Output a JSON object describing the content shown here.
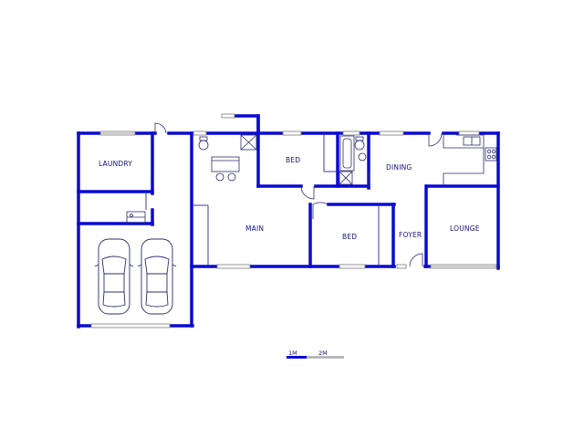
{
  "colors": {
    "wall": "#0a0ad2",
    "fixture": "#2b2b6e",
    "thin": "#3a3aa8",
    "window": "#8a8a8a",
    "label": "#14147a"
  },
  "rooms": {
    "laundry": "LAUNDRY",
    "bed1": "BED",
    "dining": "DINING",
    "main": "MAIN",
    "bed2": "BED",
    "foyer": "FOYER",
    "lounge": "LOUNGE"
  },
  "scale": {
    "label_1": "1M",
    "label_2": "2M"
  },
  "icons": [
    "car-icon",
    "toilet-icon",
    "bathtub-icon",
    "shower-icon",
    "basin-icon",
    "sink-icon",
    "stove-icon",
    "washing-machine-icon",
    "door-swing-icon",
    "window-icon"
  ]
}
